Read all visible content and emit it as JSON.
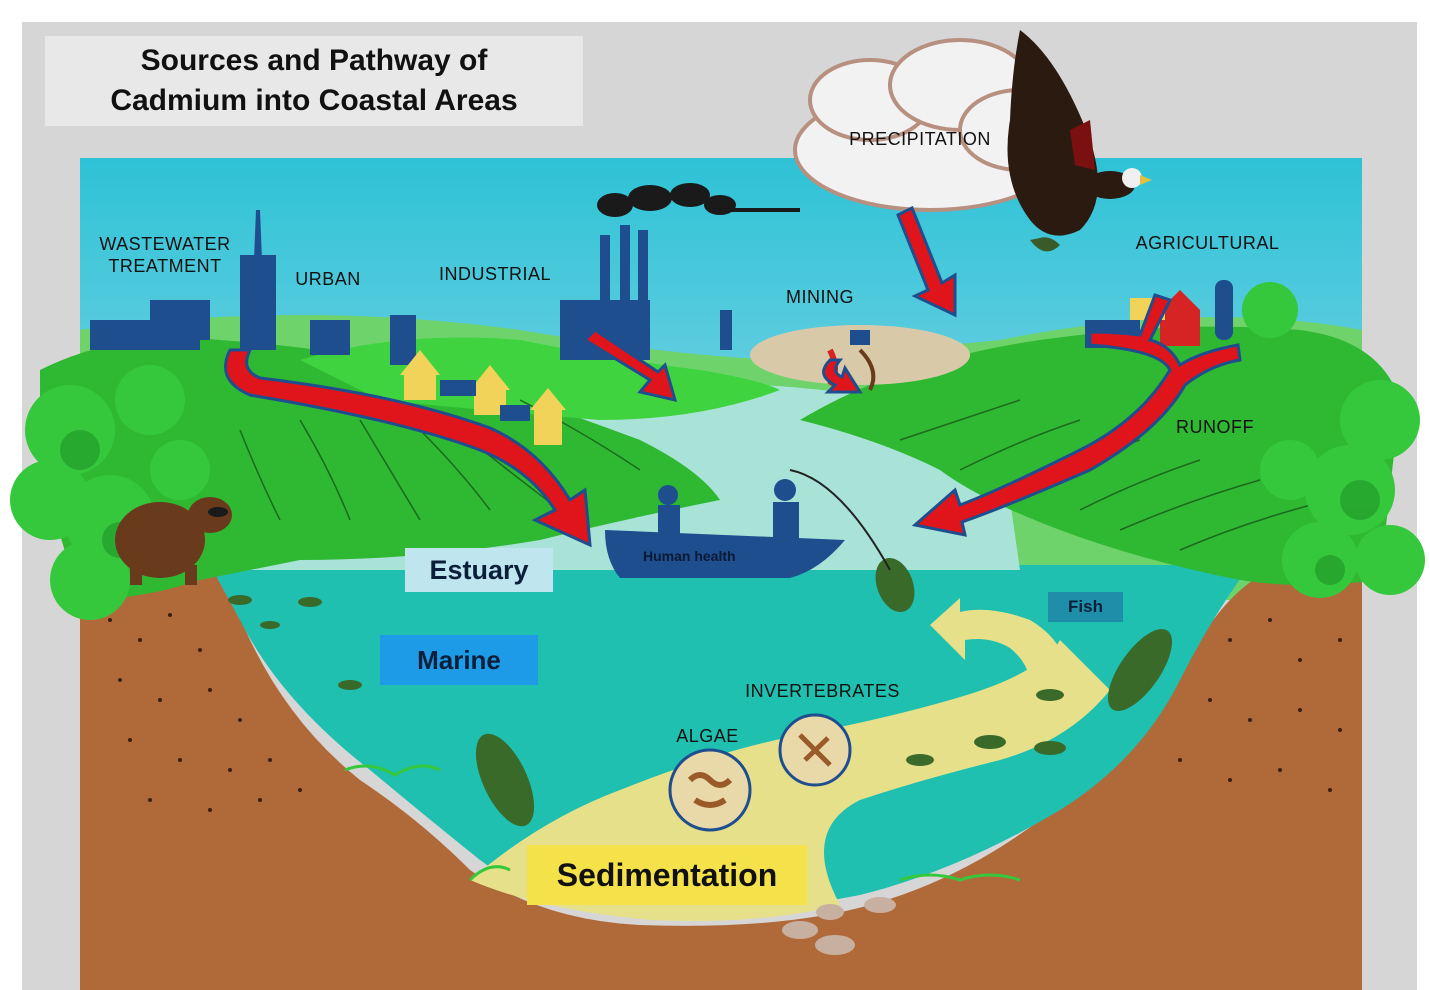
{
  "title": "Sources and Pathway of\nCadmium into Coastal Areas",
  "labels": {
    "wastewater": "WASTEWATER\nTREATMENT",
    "urban": "URBAN",
    "industrial": "INDUSTRIAL",
    "mining": "MINING",
    "precipitation": "PRECIPITATION",
    "agricultural": "AGRICULTURAL",
    "runoff": "RUNOFF",
    "human_health": "Human health",
    "estuary": "Estuary",
    "marine": "Marine",
    "fish": "Fish",
    "invertebrates": "INVERTEBRATES",
    "algae": "ALGAE",
    "sedimentation": "Sedimentation"
  },
  "colors": {
    "sky": "#36c3d6",
    "water": "#1fc0b0",
    "land": "#35c83c",
    "soil": "#b06a3a",
    "arrow": "#e0141b",
    "sediment": "#e7e08a",
    "estuary_box": "#bfe6ee",
    "marine_box": "#1e9be6",
    "sedimentation_box": "#f5e24a",
    "fish_box": "#1f8fa9"
  },
  "icons": [
    "eagle-icon",
    "cloud-icon",
    "raccoon-icon",
    "boat-icon",
    "fish-icon",
    "factory-icon",
    "house-icon",
    "barn-icon",
    "tree-icon"
  ]
}
